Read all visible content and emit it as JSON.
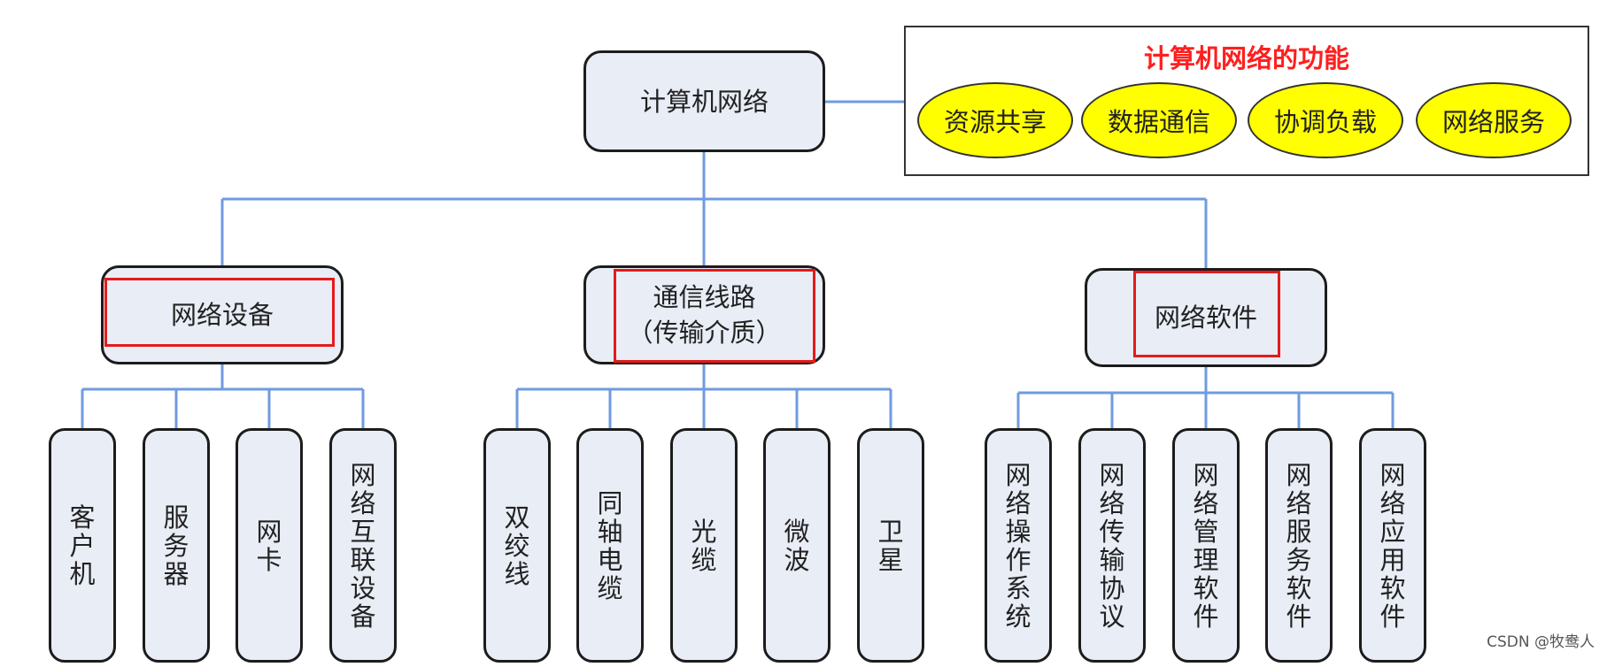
{
  "root": {
    "label": "计算机网络"
  },
  "functions": {
    "title": "计算机网络的功能",
    "items": [
      "资源共享",
      "数据通信",
      "协调负载",
      "网络服务"
    ]
  },
  "categories": [
    {
      "label": "网络设备",
      "children": [
        "客户机",
        "服务器",
        "网卡",
        "网络互联设备"
      ]
    },
    {
      "label": "通信线路\n（传输介质）",
      "children": [
        "双绞线",
        "同轴电缆",
        "光缆",
        "微波",
        "卫星"
      ]
    },
    {
      "label": "网络软件",
      "children": [
        "网络操作系统",
        "网络传输协议",
        "网络管理软件",
        "网络服务软件",
        "网络应用软件"
      ]
    }
  ],
  "watermark": "CSDN @牧鸯人",
  "colors": {
    "edge": "#6f9be0",
    "node_fill": "#e8edf6",
    "highlight": "#e41b1b",
    "function_fill": "#ffff00",
    "function_title": "#ff1f1f"
  }
}
